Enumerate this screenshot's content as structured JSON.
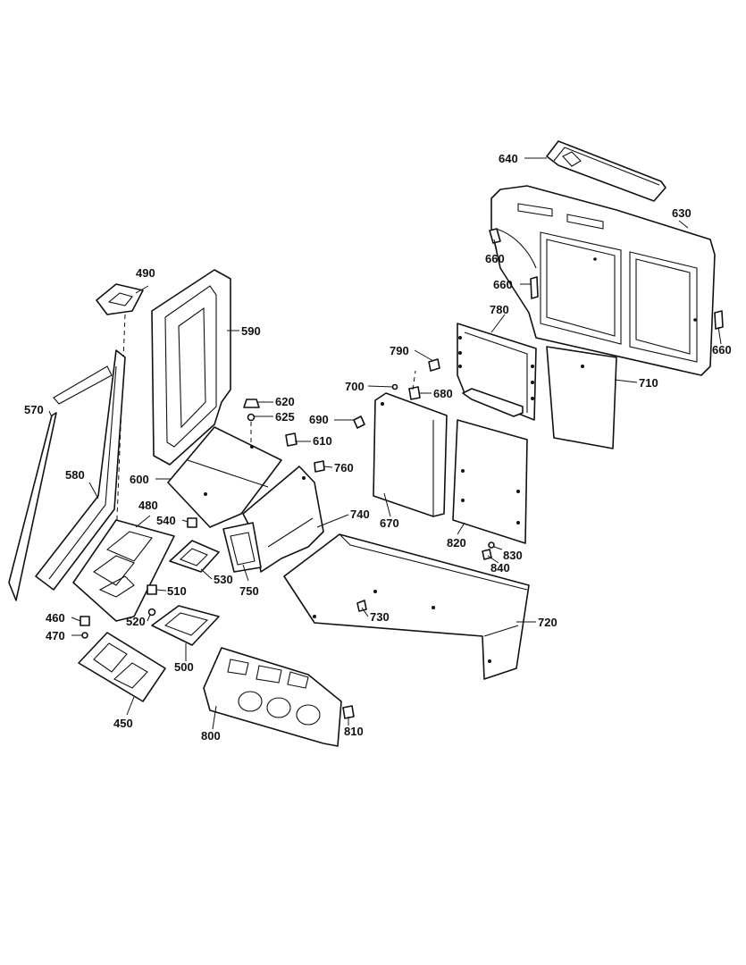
{
  "callouts": {
    "c640": "640",
    "c630": "630",
    "c660a": "660",
    "c660b": "660",
    "c660c": "660",
    "c780": "780",
    "c790": "790",
    "c710": "710",
    "c700": "700",
    "c680": "680",
    "c690": "690",
    "c670": "670",
    "c820": "820",
    "c830": "830",
    "c840": "840",
    "c720": "720",
    "c730": "730",
    "c740": "740",
    "c760": "760",
    "c750": "750",
    "c490": "490",
    "c590": "590",
    "c620": "620",
    "c625": "625",
    "c610": "610",
    "c600": "600",
    "c570": "570",
    "c580": "580",
    "c480": "480",
    "c540": "540",
    "c530": "530",
    "c510": "510",
    "c520": "520",
    "c500": "500",
    "c460": "460",
    "c470": "470",
    "c450": "450",
    "c800": "800",
    "c810": "810"
  },
  "colors": {
    "line": "#111111",
    "background": "#ffffff"
  }
}
